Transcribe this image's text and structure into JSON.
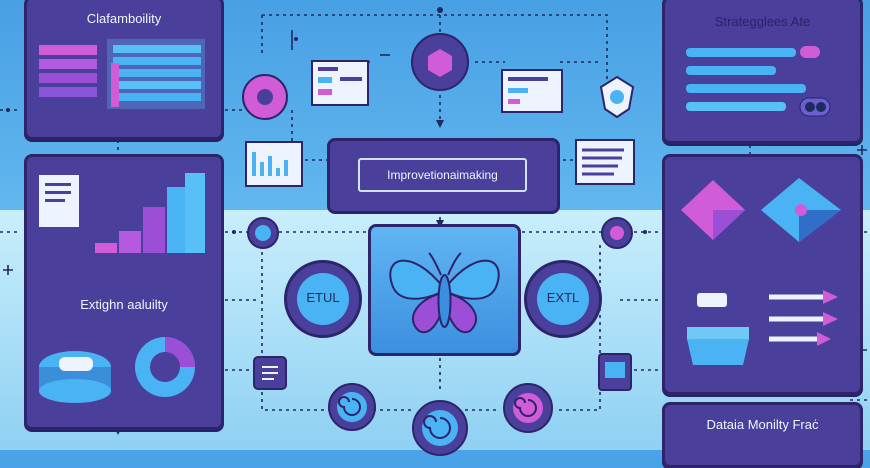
{
  "panels": {
    "top_left_title": "Clafamboility",
    "top_right_title": "Strategglees Ate",
    "mid_left_title": "Extighn aaluilty",
    "bottom_right_title": "Dataia Monilty Fraċ"
  },
  "center": {
    "title": "Improvetionaimaking"
  },
  "badges": {
    "left_badge": "ETUL",
    "right_badge": "EXTL"
  },
  "colors": {
    "panel": "#4a3f9a",
    "panel_border": "#2d246c",
    "accent_blue": "#4ab3f4",
    "accent_purple": "#9b4fd6",
    "accent_pink": "#d05cd8"
  },
  "icons": [
    "hexagon-node-icon",
    "flowchart-node-icon",
    "bar-chart-icon",
    "butterfly-icon",
    "shield-icon",
    "spiral-icon",
    "diamond-icon",
    "funnel-icon",
    "arrow-icon",
    "toggle-icon"
  ]
}
